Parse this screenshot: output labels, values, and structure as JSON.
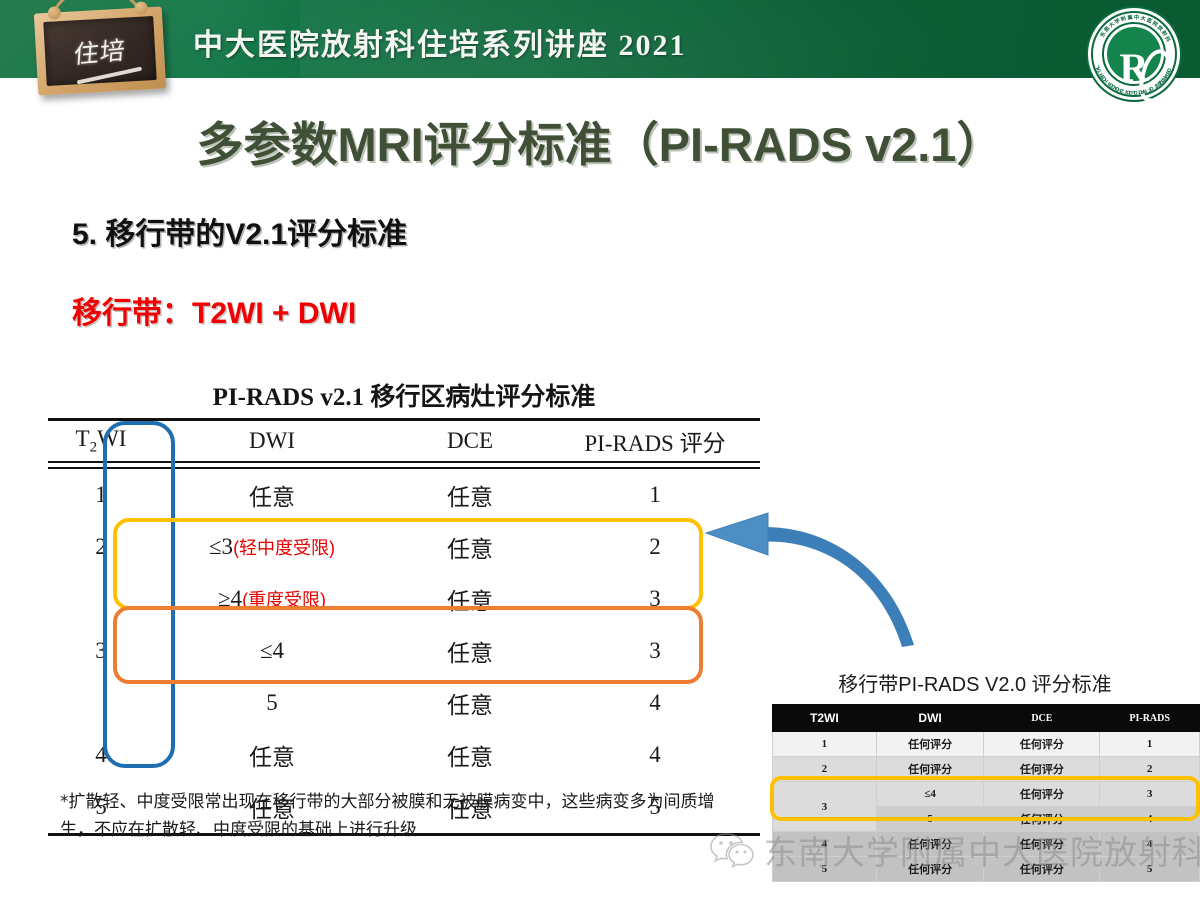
{
  "header": {
    "chalk_text": "住培",
    "band_title": "中大医院放射科住培系列讲座 2021",
    "logo": {
      "center_letter": "R",
      "arc_top": "东南大学附属中大医院放射科",
      "arc_bottom": "DEPARTMENT OF RADIOLOGY ZHONGDA HOSPITAL"
    }
  },
  "slide": {
    "main_title": "多参数MRI评分标准（PI-RADS v2.1）",
    "section_heading": "5. 移行带的V2.1评分标准",
    "zone_line": "移行带：T2WI + DWI"
  },
  "main_table": {
    "title": "PI-RADS v2.1 移行区病灶评分标准",
    "headers": [
      "T₂WI",
      "DWI",
      "DCE",
      "PI-RADS 评分"
    ],
    "header_t2wi_base": "T",
    "header_t2wi_sub": "2",
    "header_t2wi_rest": "WI",
    "rows": [
      {
        "t2wi": "1",
        "dwi": "任意",
        "dwi_note": "",
        "dce": "任意",
        "pirads": "1"
      },
      {
        "t2wi": "2",
        "dwi": "≤3",
        "dwi_note": "(轻中度受限)",
        "dce": "任意",
        "pirads": "2"
      },
      {
        "t2wi": "",
        "dwi": "≥4",
        "dwi_note": "(重度受限)",
        "dce": "任意",
        "pirads": "3"
      },
      {
        "t2wi": "3",
        "dwi": "≤4",
        "dwi_note": "",
        "dce": "任意",
        "pirads": "3"
      },
      {
        "t2wi": "",
        "dwi": "5",
        "dwi_note": "",
        "dce": "任意",
        "pirads": "4"
      },
      {
        "t2wi": "4",
        "dwi": "任意",
        "dwi_note": "",
        "dce": "任意",
        "pirads": "4"
      },
      {
        "t2wi": "5",
        "dwi": "任意",
        "dwi_note": "",
        "dce": "任意",
        "pirads": "5"
      }
    ],
    "footnote": "*扩散轻、中度受限常出现在移行带的大部分被膜和无被膜病变中，这些病变多为间质增生，不应在扩散轻、中度受限的基础上进行升级"
  },
  "small_table": {
    "label": "移行带PI-RADS V2.0 评分标准",
    "headers": [
      "T2WI",
      "DWI",
      "DCE",
      "PI-RADS"
    ],
    "rows": [
      {
        "t2wi": "1",
        "dwi": "任何评分",
        "dce": "任何评分",
        "pirads": "1"
      },
      {
        "t2wi": "2",
        "dwi": "任何评分",
        "dce": "任何评分",
        "pirads": "2"
      },
      {
        "t2wi": "3",
        "dwi": "≤4",
        "dce": "任何评分",
        "pirads": "3"
      },
      {
        "t2wi": "",
        "dwi": "5",
        "dce": "任何评分",
        "pirads": "4"
      },
      {
        "t2wi": "4",
        "dwi": "任何评分",
        "dce": "任何评分",
        "pirads": "4"
      },
      {
        "t2wi": "5",
        "dwi": "任何评分",
        "dce": "任何评分",
        "pirads": "5"
      }
    ]
  },
  "watermark": {
    "text": "东南大学附属中大医院放射科",
    "icon": "wechat-icon"
  },
  "colors": {
    "header_green": "#0c6b3d",
    "title_olive": "#3f5037",
    "red": "#f00000",
    "highlight_blue": "#1f6fb0",
    "highlight_yellow": "#ffc000",
    "highlight_orange": "#ed7d31",
    "arrow_blue": "#3c7fb8"
  }
}
